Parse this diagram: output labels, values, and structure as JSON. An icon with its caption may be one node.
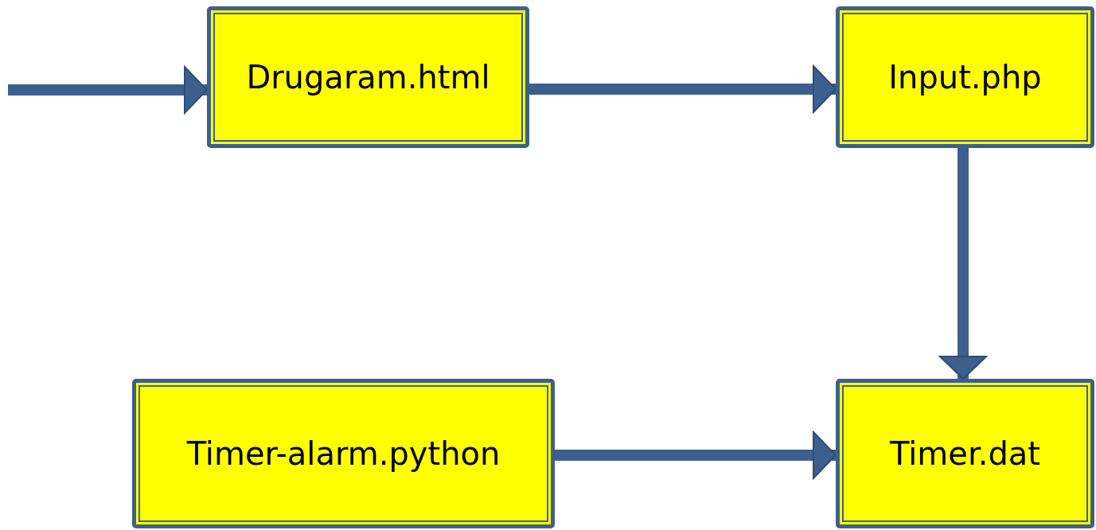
{
  "diagram": {
    "nodes": [
      {
        "text": [
          "Drugaram.html"
        ]
      },
      {
        "text": [
          "Input.php"
        ]
      },
      {
        "text": [
          "Timer.dat"
        ]
      },
      {
        "text": [
          "Timer-alarm.python"
        ]
      }
    ],
    "edges": [
      {
        "from": null,
        "to": 0,
        "arrow": "to"
      },
      {
        "from": 0,
        "to": 1,
        "arrow": "to"
      },
      {
        "from": 1,
        "to": 2,
        "arrow": "to"
      },
      {
        "from": 3,
        "to": 2,
        "arrow": "to"
      }
    ]
  }
}
